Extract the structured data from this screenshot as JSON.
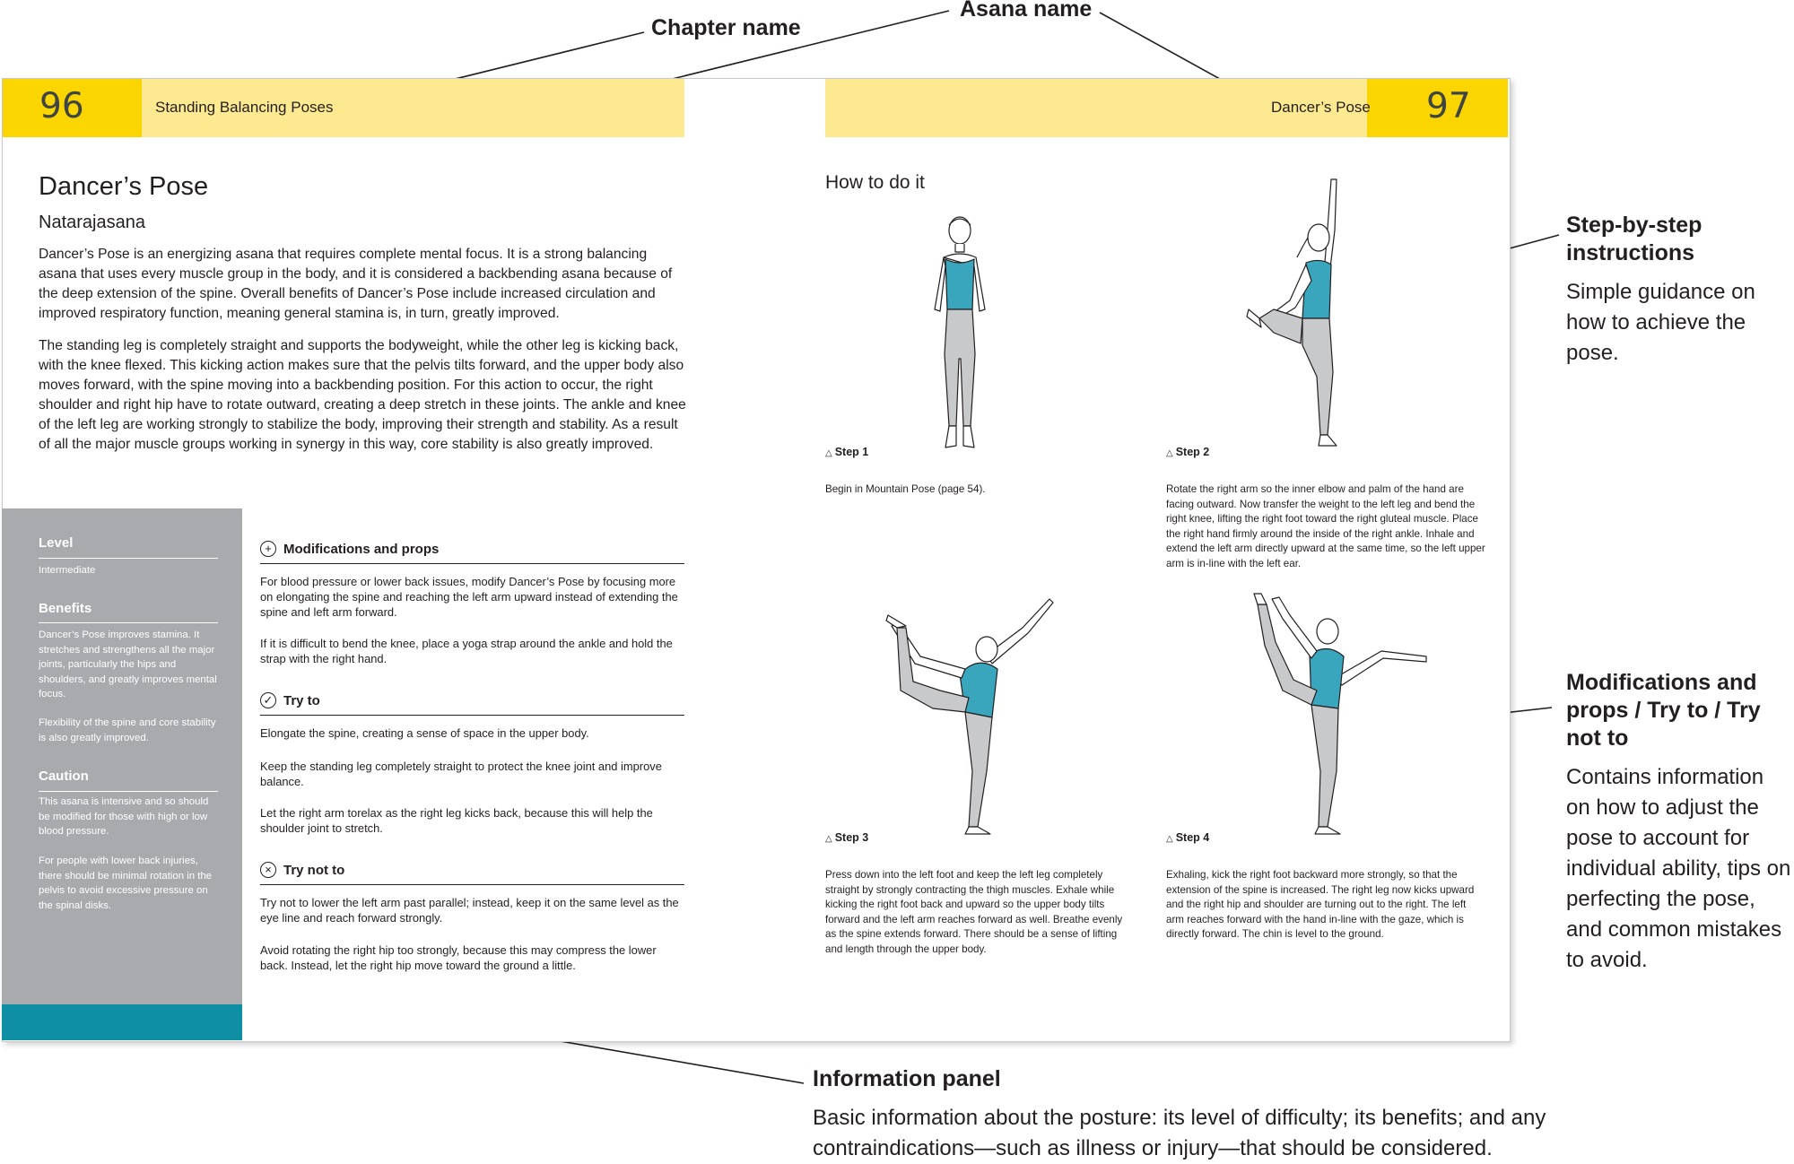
{
  "annotations": {
    "chapter_name": "Chapter name",
    "asana_name": "Asana name",
    "step_by_step": {
      "title": "Step-by-step instructions",
      "text": "Simple guidance on how to achieve the pose."
    },
    "modifications": {
      "title": "Modifications and props / Try to / Try not to",
      "text": "Contains information on how to adjust the pose to account for individual ability, tips on perfecting the pose, and common mistakes to avoid."
    },
    "information_panel": {
      "title": "Information panel",
      "text": "Basic information about the posture: its level of difficulty; its benefits; and any contraindications—such as illness or injury—that should be considered."
    }
  },
  "left_page": {
    "page_number": "96",
    "chapter": "Standing Balancing Poses",
    "title": "Dancer’s Pose",
    "subtitle": "Natarajasana",
    "paragraphs": [
      "Dancer’s Pose is an energizing asana that requires complete mental focus. It is a strong balancing asana that uses every muscle group in the body, and it is considered a backbending asana because of the deep extension of the spine. Overall benefits of Dancer’s Pose include increased circulation and improved respiratory function, meaning general stamina is, in turn, greatly improved.",
      "The standing leg is completely straight and supports the bodyweight, while the other leg is kicking back, with the knee flexed. This kicking action makes sure that the pelvis tilts forward, and the upper body also moves forward, with the spine moving into a backbending position. For this action to occur, the right shoulder and right hip have to rotate outward, creating a deep stretch in these joints. The ankle and knee of the left leg are working strongly to stabilize the body, improving their strength and stability. As a result of all the major muscle groups working in synergy in this way, core stability is also greatly improved."
    ],
    "info_panel": {
      "level_heading": "Level",
      "level_value": "Intermediate",
      "benefits_heading": "Benefits",
      "benefits_1": "Dancer’s Pose improves stamina. It stretches and strengthens all the major joints, particularly the hips and shoulders, and greatly improves mental focus.",
      "benefits_2": "Flexibility of the spine and core stability is also greatly improved.",
      "caution_heading": "Caution",
      "caution_1": "This asana is intensive and so should be modified for those with high or low blood pressure.",
      "caution_2": "For people with lower back injuries, there should be minimal rotation in the pelvis to avoid excessive pressure on the spinal disks."
    },
    "modifications": {
      "heading": "Modifications and props",
      "icon": "plus-circle",
      "p1": "For blood pressure or lower back issues, modify Dancer’s Pose by focusing more on elongating the spine and reaching the left arm upward instead of extending the spine and left arm forward.",
      "p2": "If it is difficult to bend the knee, place a yoga strap around the ankle and hold the strap with the right hand."
    },
    "try_to": {
      "heading": "Try to",
      "icon": "check-circle",
      "p1": "Elongate the spine, creating a sense of space in the upper body.",
      "p2": "Keep the standing leg completely straight to protect the knee joint and improve balance.",
      "p3": "Let the right arm torelax as the right leg kicks back, because this will help the shoulder joint to stretch."
    },
    "try_not_to": {
      "heading": "Try not to",
      "icon": "x-circle",
      "p1": "Try not to lower the left arm past parallel; instead, keep it on the same level as the eye line and reach forward strongly.",
      "p2": "Avoid rotating the right hip too strongly, because this may compress the lower back. Instead, let the right hip move toward the ground a little."
    }
  },
  "right_page": {
    "page_number": "97",
    "header": "Dancer’s Pose",
    "how_title": "How to do it",
    "steps": [
      {
        "label": "Step 1",
        "text": "Begin in Mountain Pose (page 54)."
      },
      {
        "label": "Step 2",
        "text": "Rotate the right arm so the inner elbow and palm of the hand are facing outward. Now transfer the weight to the left leg and bend the right knee, lifting the right foot toward the right gluteal muscle. Place the right hand firmly around the inside of the right ankle. Inhale and extend the left arm directly upward at the same time, so the left upper arm is in-line with the left ear."
      },
      {
        "label": "Step 3",
        "text": "Press down into the left foot and keep the left leg completely straight by strongly contracting the thigh muscles. Exhale while kicking the right foot back and upward so the upper body tilts forward and the left arm reaches forward as well. Breathe evenly as the spine extends forward. There should be a sense of lifting and length through the upper body."
      },
      {
        "label": "Step 4",
        "text": "Exhaling, kick the right foot backward more strongly, so that the extension of the spine is increased. The right leg now kicks upward and the right hip and shoulder are turning out to the right. The left arm reaches forward with the hand in-line with the gaze, which is directly forward. The chin is level to the ground."
      }
    ]
  },
  "colors": {
    "header_light": "#fde98f",
    "header_dark": "#fbd500",
    "panel_gray": "#a8aaad",
    "panel_teal": "#0f8fa3",
    "leotard_teal": "#3aa6bd",
    "leggings_gray": "#c8c9cb"
  }
}
